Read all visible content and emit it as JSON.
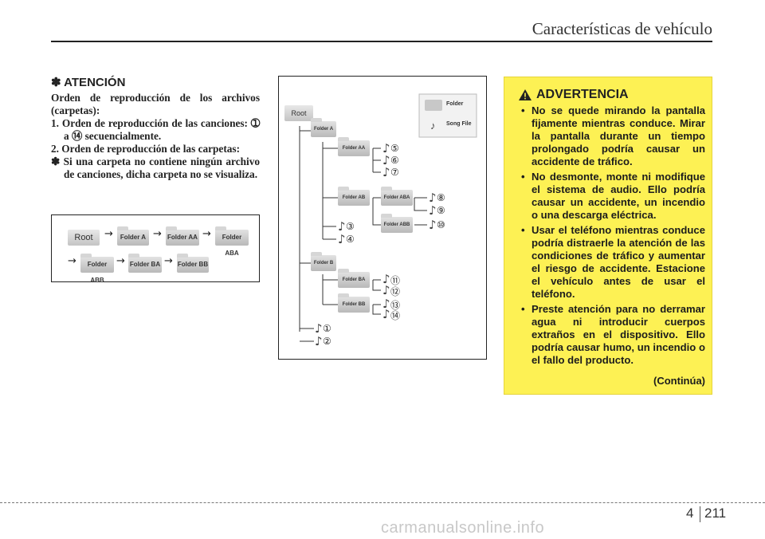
{
  "header": {
    "title": "Características de vehículo"
  },
  "attention": {
    "title": "✽ ATENCIÓN",
    "intro": "Orden de reproducción de los archivos (carpetas):",
    "items": [
      "1. Orden de reproducción de las canciones: ➀ a ⑭ secuencialmente.",
      "2. Orden de reproducción de las carpetas:",
      "✽ Si una carpeta no contiene ningún archivo de canciones, dicha carpeta no se visualiza."
    ]
  },
  "flow": {
    "row1": [
      "Root",
      "Folder A",
      "Folder AA",
      "Folder ABA"
    ],
    "row2": [
      "Folder ABB",
      "Folder BA",
      "Folder BB"
    ],
    "arrow": "→"
  },
  "tree": {
    "root": "Root",
    "folder_a": "Folder A",
    "folder_aa": "Folder AA",
    "folder_ab": "Folder AB",
    "folder_aba": "Folder ABA",
    "folder_abb": "Folder ABB",
    "folder_b": "Folder B",
    "folder_ba": "Folder BA",
    "folder_bb": "Folder BB",
    "legend_folder": "Folder",
    "legend_song": "Song File",
    "songs": [
      "①",
      "②",
      "③",
      "④",
      "⑤",
      "⑥",
      "⑦",
      "⑧",
      "⑨",
      "⑩",
      "⑪",
      "⑫",
      "⑬",
      "⑭"
    ]
  },
  "warning": {
    "title": "ADVERTENCIA",
    "items": [
      "No se quede mirando la pantalla fijamente mientras conduce. Mirar la pantalla durante un tiempo prolongado podría causar un accidente de tráfico.",
      "No desmonte, monte ni modifique el sistema de audio. Ello podría causar un accidente, un incendio o una descarga eléctrica.",
      "Usar el teléfono mientras conduce podría distraerle la atención de las condiciones de tráfico y aumentar el riesgo de accidente. Estacione el vehículo antes de usar el teléfono.",
      "Preste atención para no derramar agua ni introducir cuerpos extraños en el dispositivo. Ello podría causar humo, un incendio o el fallo del producto."
    ],
    "continued": "(Continúa)"
  },
  "footer": {
    "chapter": "4",
    "page": "211",
    "watermark": "carmanualsonline.info"
  }
}
